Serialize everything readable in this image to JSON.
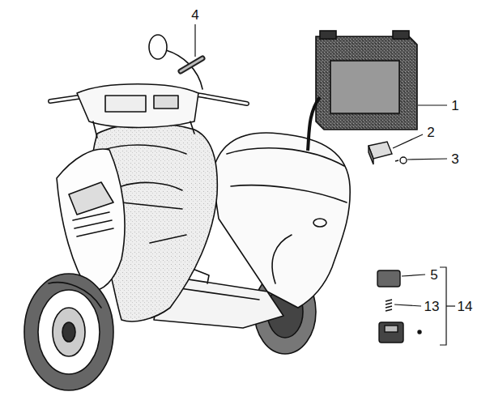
{
  "diagram": {
    "labels": [
      "4",
      "1",
      "2",
      "3",
      "5",
      "13",
      "14"
    ]
  }
}
